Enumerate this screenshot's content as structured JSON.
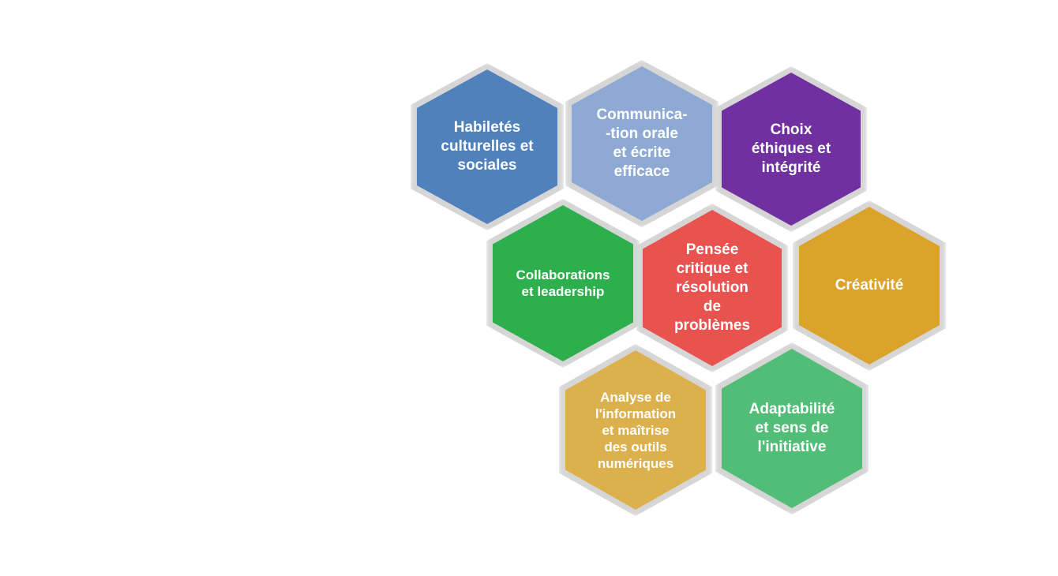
{
  "diagram": {
    "hexagons": [
      {
        "id": "culturelles",
        "label": "Habiletés\nculturelles et\nsociales",
        "color": "#4f81bd"
      },
      {
        "id": "communication",
        "label": "Communica-\n-tion orale\net écrite\nefficace",
        "color": "#8eaad4"
      },
      {
        "id": "ethique",
        "label": "Choix\néthiques et\nintégrité",
        "color": "#7030a0"
      },
      {
        "id": "collaboration",
        "label": "Collaborations\net leadership",
        "color": "#2eaf4d"
      },
      {
        "id": "pensee",
        "label": "Pensée\ncritique et\nrésolution\nde\nproblèmes",
        "color": "#e8524f"
      },
      {
        "id": "creativite",
        "label": "Créativité",
        "color": "#dba32a"
      },
      {
        "id": "analyse",
        "label": "Analyse de\nl'information\net maîtrise\ndes  outils\nnumériques",
        "color": "#dcb04c"
      },
      {
        "id": "adaptabilite",
        "label": "Adaptabilité\net sens de\nl'initiative",
        "color": "#52bd77"
      }
    ]
  }
}
